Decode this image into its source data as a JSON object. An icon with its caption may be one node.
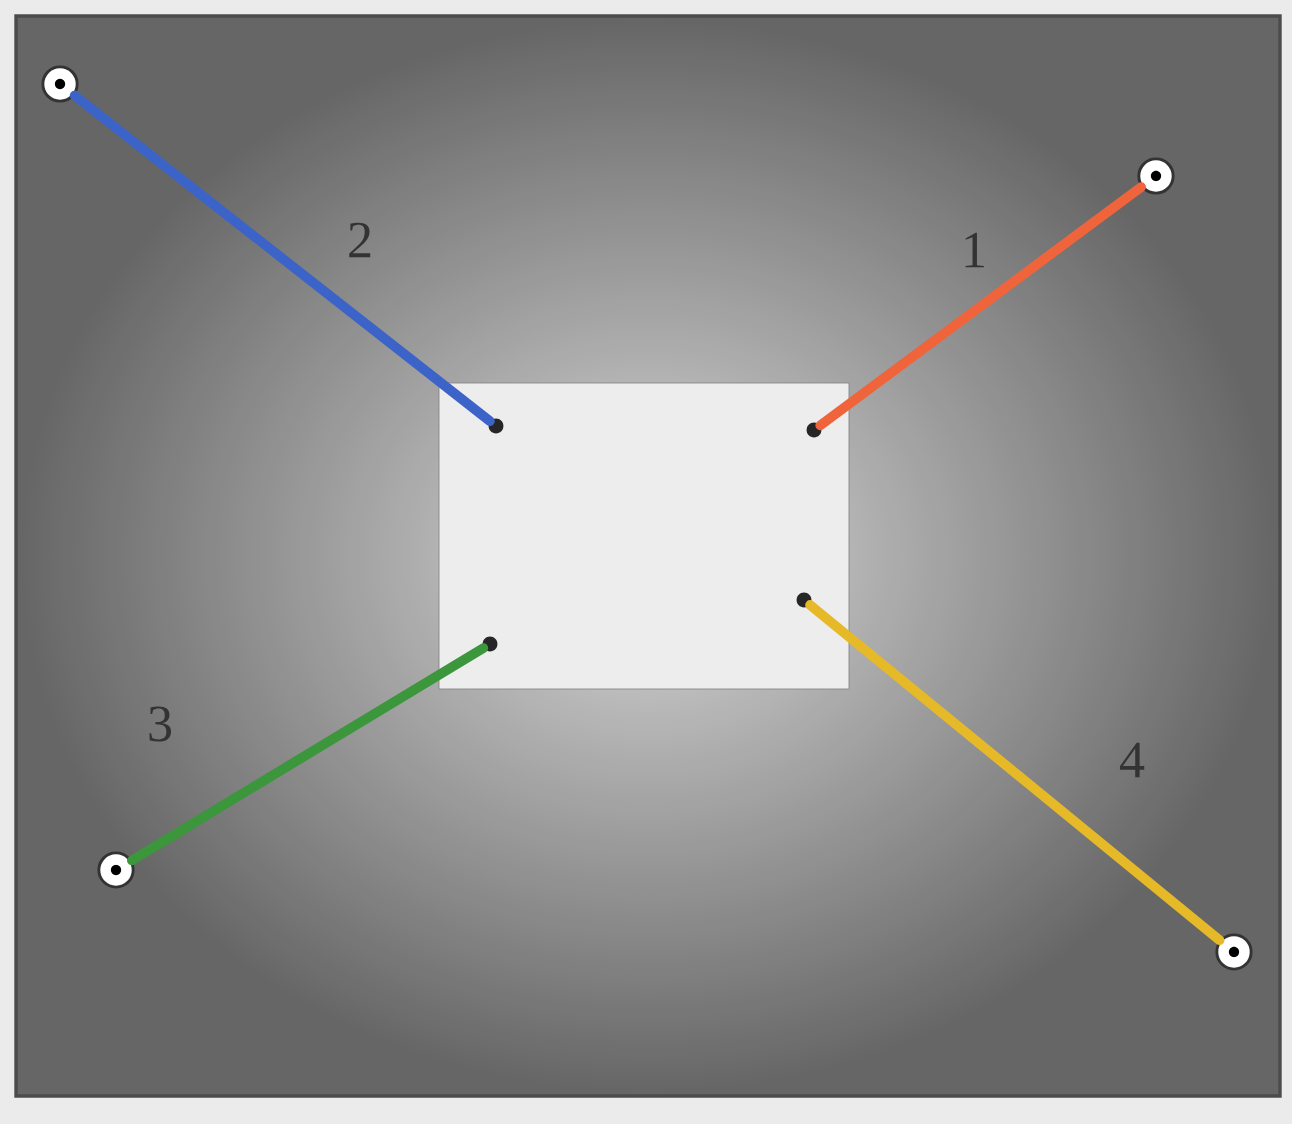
{
  "diagram": {
    "nodes": [
      {
        "text": [],
        "shape": "box"
      },
      {
        "text": [],
        "shape": "circle",
        "in": 0
      },
      {
        "text": [],
        "shape": "circle",
        "in": 0
      },
      {
        "text": [],
        "shape": "circle",
        "in": 0
      },
      {
        "text": [],
        "shape": "circle",
        "in": 0
      },
      {
        "text": [],
        "shape": "circle"
      },
      {
        "text": [],
        "shape": "circle"
      },
      {
        "text": [],
        "shape": "circle"
      },
      {
        "text": [],
        "shape": "circle"
      }
    ],
    "edges": [
      {
        "from": 2,
        "to": 6,
        "arrow": "none",
        "label": "1",
        "color": "#f0643c"
      },
      {
        "from": 1,
        "to": 5,
        "arrow": "none",
        "label": "2",
        "color": "#3c64c8"
      },
      {
        "from": 3,
        "to": 7,
        "arrow": "none",
        "label": "3",
        "color": "#3c963c"
      },
      {
        "from": 4,
        "to": 8,
        "arrow": "none",
        "label": "4",
        "color": "#e6b928"
      }
    ]
  }
}
